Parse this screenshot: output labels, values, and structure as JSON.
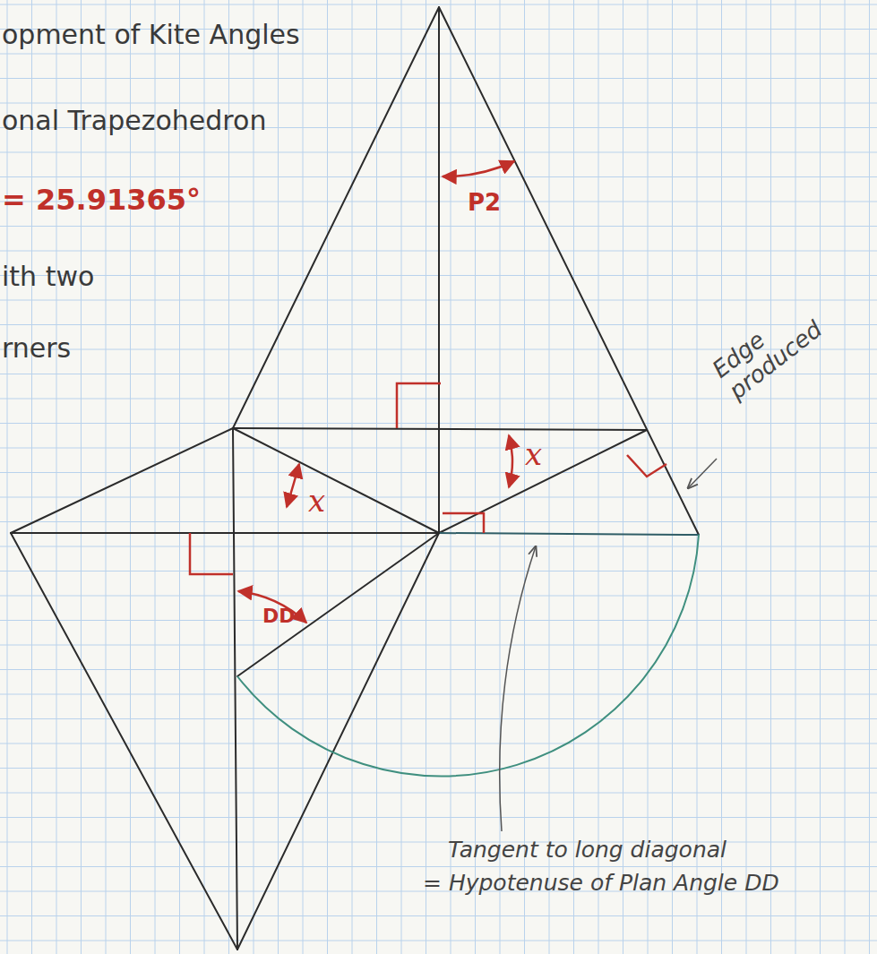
{
  "diagram": {
    "labels": [
      "opment of Kite Angles",
      "onal Trapezohedron",
      "= 25.91365°",
      "ith two",
      "rners",
      "P2",
      "x",
      "x",
      "DD",
      "Edge produced",
      "Tangent to long diagonal",
      "= Hypotenuse of Plan Angle DD"
    ]
  }
}
